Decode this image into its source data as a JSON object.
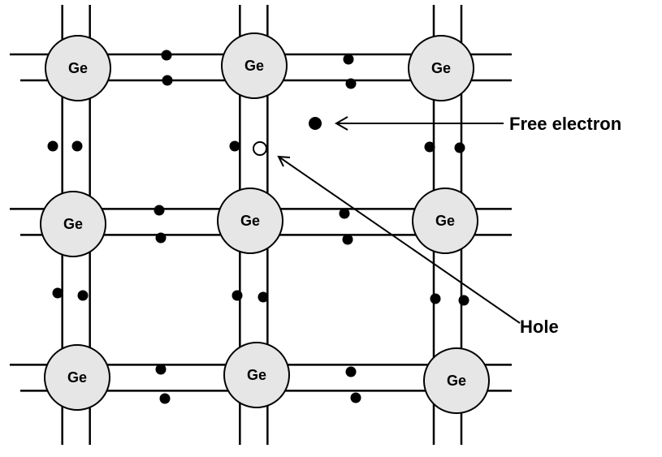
{
  "lattice": {
    "atom_label": "Ge",
    "rows": 3,
    "columns": 3
  },
  "annotations": {
    "free_electron_label": "Free electron",
    "hole_label": "Hole"
  },
  "colors": {
    "atom_fill": "#e6e6e6",
    "line": "#000000",
    "background": "#ffffff"
  }
}
